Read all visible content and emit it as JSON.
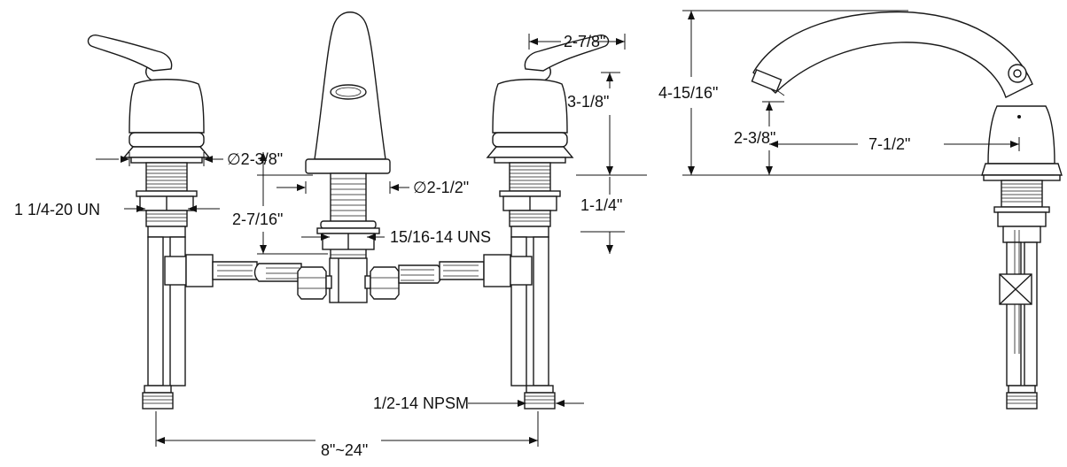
{
  "title": "Widespread faucet dimension drawing",
  "dimensions": {
    "handle_spread_top": "2-7/8\"",
    "overall_height": "4-15/16\"",
    "handle_height": "3-1/8\"",
    "spout_clearance": "2-3/8\"",
    "spout_reach": "7-1/2\"",
    "handle_base_dia": "∅2-3/8\"",
    "spout_base_dia": "∅2-1/2\"",
    "handle_thread": "1 1/4-20 UN",
    "spout_shank": "2-7/16\"",
    "spout_thread": "15/16-14 UNS",
    "handle_shank": "1-1/4\"",
    "inlet_thread": "1/2-14 NPSM",
    "center_spread": "8\"~24\""
  }
}
